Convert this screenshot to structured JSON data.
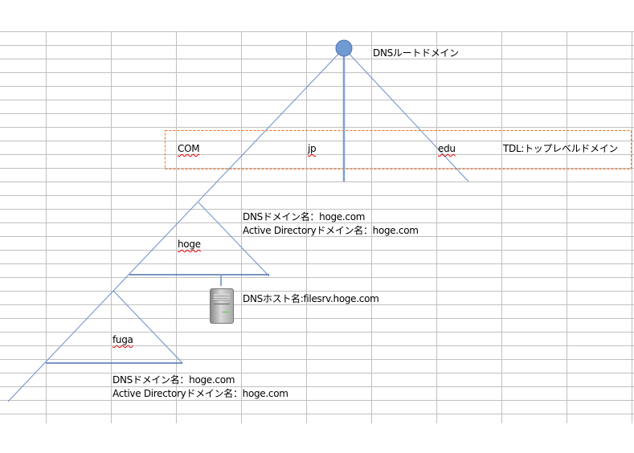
{
  "root_label": "DNSルートドメイン",
  "tld": {
    "items": [
      "COM",
      "jp",
      "edu"
    ],
    "description": "TDL:トップレベルドメイン"
  },
  "hoge": {
    "label": "hoge",
    "dns_domain": "DNSドメイン名：hoge.com",
    "ad_domain": "Active Directoryドメイン名：hoge.com",
    "host": "DNSホスト名:filesrv.hoge.com"
  },
  "fuga": {
    "label": "fuga",
    "dns_domain": "DNSドメイン名：hoge.com",
    "ad_domain": "Active Directoryドメイン名：hoge.com"
  },
  "colors": {
    "line": "#4f81bd",
    "tld_box": "#f07020",
    "grid": "#c0c0c0"
  }
}
